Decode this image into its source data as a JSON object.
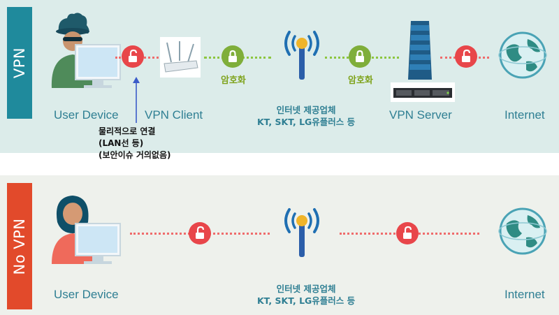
{
  "sections": {
    "vpn": {
      "tab_label": "VPN"
    },
    "novpn": {
      "tab_label": "No VPN"
    }
  },
  "labels": {
    "user_device": "User Device",
    "vpn_client": "VPN Client",
    "vpn_server": "VPN Server",
    "internet": "Internet",
    "isp_line1": "인터넷 제공업체",
    "isp_line2": "KT, SKT, LG유플러스 등",
    "encryption": "암호화"
  },
  "note": {
    "line1": "물리적으로 연결",
    "line2": "(LAN선 등)",
    "line3": "(보안이슈 거의없음)"
  },
  "colors": {
    "vpn_tab": "#1f8a9c",
    "novpn_tab": "#e24a2b",
    "label_text": "#2f7f93",
    "encrypted_link": "#8cc63f",
    "unencrypted_link": "#ef6b6b"
  },
  "icons": [
    "hacker-user-icon",
    "user-woman-icon",
    "router-icon",
    "antenna-icon",
    "server-icon",
    "globe-icon",
    "lock-icon",
    "unlock-icon"
  ]
}
